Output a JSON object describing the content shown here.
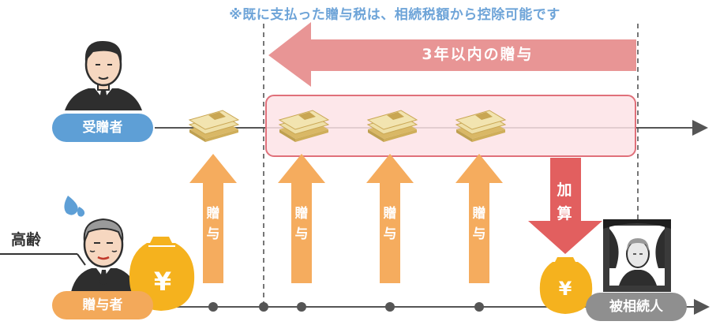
{
  "note": "※既に支払った贈与税は、相続税額から控除可能です",
  "period_label": "3年以内の贈与",
  "recipient_label": "受贈者",
  "giver_label": "贈与者",
  "deceased_label": "被相続人",
  "elder_label": "高齢",
  "gift_arrow_chars": [
    "贈",
    "与"
  ],
  "add_label_chars": [
    "加",
    "算"
  ],
  "yen_symbol": "¥",
  "colors": {
    "note_text": "#6ea4d8",
    "recipient_pill": "#5e9fd6",
    "giver_pill": "#f3a95a",
    "deceased_pill": "#8f8f8f",
    "period_arrow": "#e89595",
    "period_box_fill": "#fde3e6",
    "period_box_stroke": "#e0707a",
    "gift_arrow": "#f5ac5e",
    "add_arrow": "#e25f5f",
    "money_bag": "#f5b21e",
    "cash": "#e8d08a"
  },
  "icons": [
    "businessman-icon",
    "elderly-man-icon",
    "sweat-drop-icon",
    "money-bag-icon",
    "cash-bundle-icon",
    "memorial-portrait-icon"
  ]
}
